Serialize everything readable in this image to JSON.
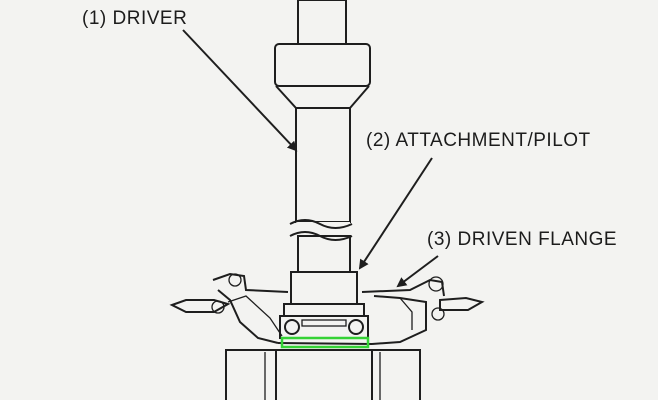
{
  "labels": {
    "driver": "(1) DRIVER",
    "attachment": "(2) ATTACHMENT/PILOT",
    "flange": "(3) DRIVEN FLANGE"
  },
  "colors": {
    "background": "#f3f3f1",
    "ink": "#1e1e1e",
    "highlight": "#35d235"
  }
}
